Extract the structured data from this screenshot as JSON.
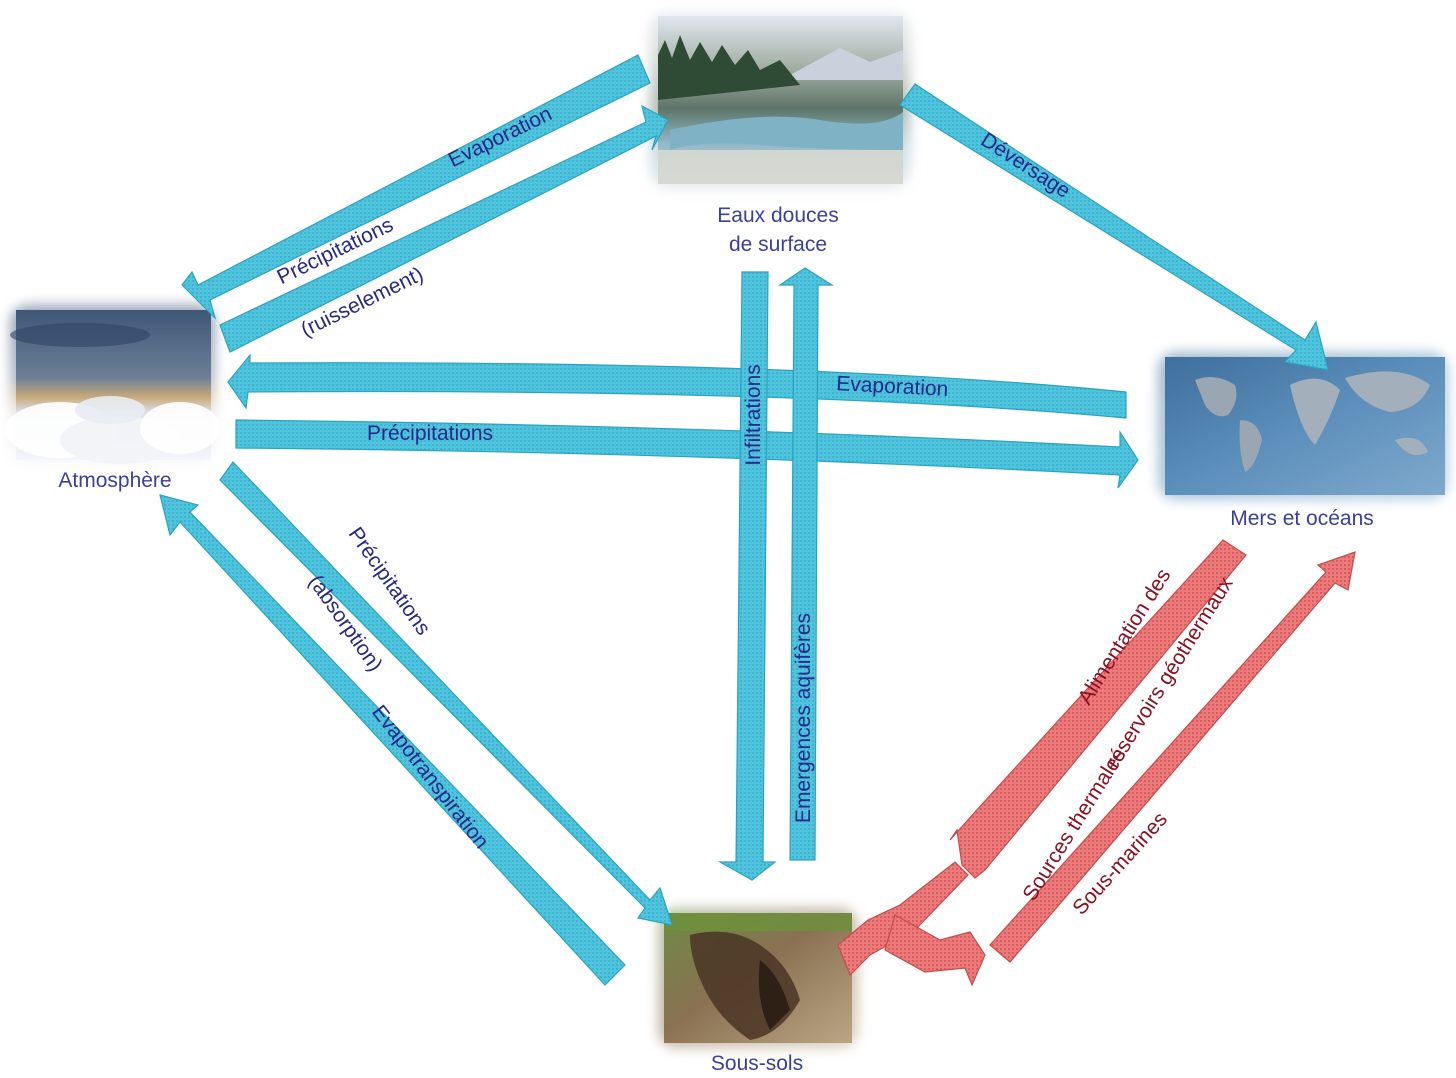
{
  "nodes": {
    "atmosphere": {
      "label": "Atmosphère"
    },
    "surface_water": {
      "line1": "Eaux douces",
      "line2": "de surface"
    },
    "oceans": {
      "label": "Mers et océans"
    },
    "subsoil": {
      "label": "Sous-sols"
    }
  },
  "flows": {
    "evap_surface_to_atm": "Evaporation",
    "precip_ruissellement_1": "Précipitations",
    "precip_ruissellement_2": "(ruisselement)",
    "deversage": "Déversage",
    "evap_ocean_to_atm": "Evaporation",
    "precip_atm_to_ocean": "Précipitations",
    "infiltrations": "Infiltrations",
    "emergences": "Emergences aquifères",
    "precip_absorption_1": "Précipitations",
    "precip_absorption_2": "(absorption)",
    "evapotranspiration": "Evapotranspiration",
    "geo_feed_1": "Alimentation des",
    "geo_feed_2": "réservoirs géothermaux",
    "thermal_springs": "Sources thermales",
    "submarine": "Sous-marines"
  },
  "colors": {
    "blue_arrow": "#4fc4dc",
    "blue_arrow_edge": "#2aa3c0",
    "red_arrow": "#e87070",
    "red_arrow_edge": "#c84a4a",
    "node_text": "#3b3f9e",
    "flow_text": "#26288a",
    "red_text": "#8b1020"
  }
}
